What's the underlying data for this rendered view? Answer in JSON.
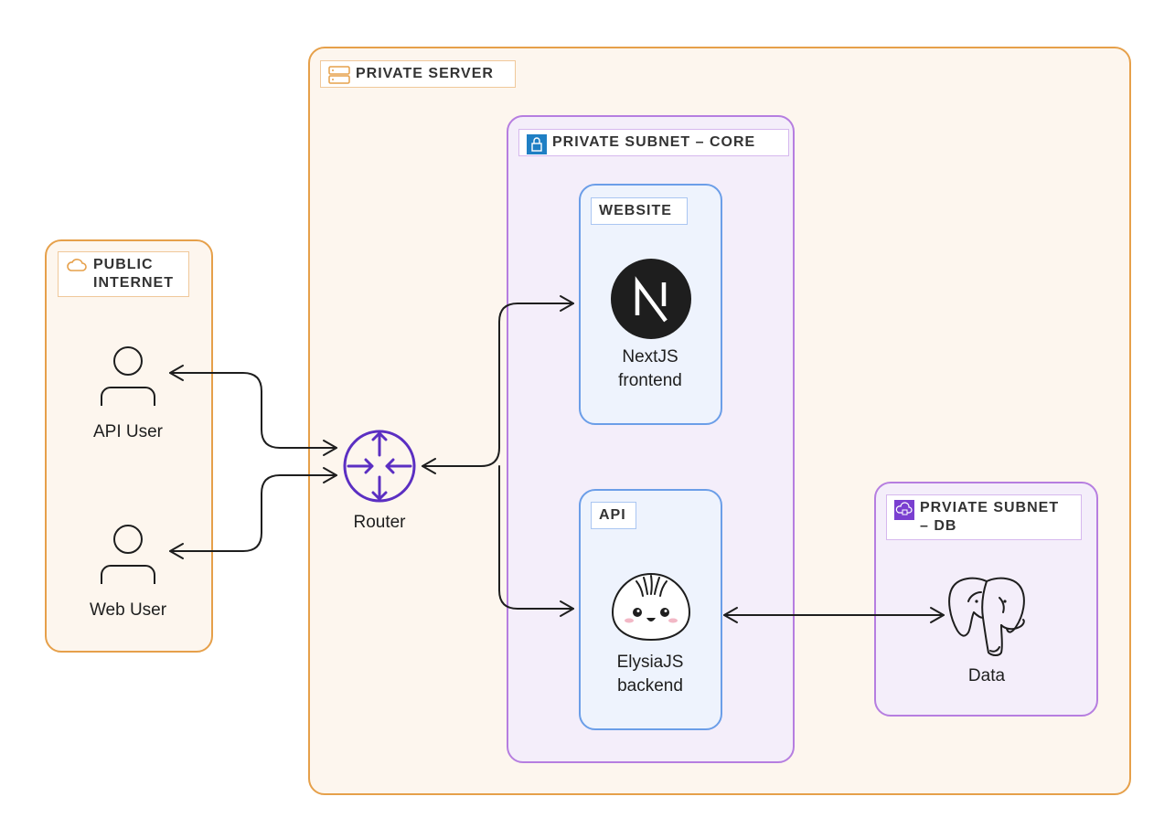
{
  "groups": {
    "public_internet": {
      "label": "PUBLIC\nINTERNET",
      "icon": "cloud-icon"
    },
    "private_server": {
      "label": "PRIVATE SERVER",
      "icon": "server-icon"
    },
    "private_subnet_core": {
      "label": "PRIVATE SUBNET – CORE",
      "icon": "lock-icon"
    },
    "private_subnet_db": {
      "label": "PRVIATE SUBNET\n– DB",
      "icon": "database-lock-icon"
    },
    "website": {
      "label": "WEBSITE"
    },
    "api": {
      "label": "API"
    }
  },
  "nodes": {
    "api_user": {
      "label": "API User",
      "icon": "user-icon"
    },
    "web_user": {
      "label": "Web User",
      "icon": "user-icon"
    },
    "router": {
      "label": "Router",
      "icon": "router-icon"
    },
    "nextjs": {
      "label": "NextJS\nfrontend",
      "icon": "nextjs-logo"
    },
    "elysiajs": {
      "label": "ElysiaJS\nbackend",
      "icon": "elysia-bun-logo"
    },
    "data": {
      "label": "Data",
      "icon": "postgres-elephant-icon"
    }
  },
  "edges": [
    {
      "from": "router",
      "to": "api_user",
      "direction": "both"
    },
    {
      "from": "router",
      "to": "web_user",
      "direction": "both"
    },
    {
      "from": "router",
      "to": "nextjs",
      "direction": "both"
    },
    {
      "from": "router",
      "to": "elysiajs",
      "direction": "both"
    },
    {
      "from": "elysiajs",
      "to": "data",
      "direction": "both"
    }
  ],
  "colors": {
    "orange_group": "#e6a04a",
    "purple_group": "#b67ee0",
    "blue_group": "#6b9ee8",
    "router": "#5b2fc2",
    "core_icon": "#1f7fc4",
    "db_icon": "#7a3fd0"
  }
}
